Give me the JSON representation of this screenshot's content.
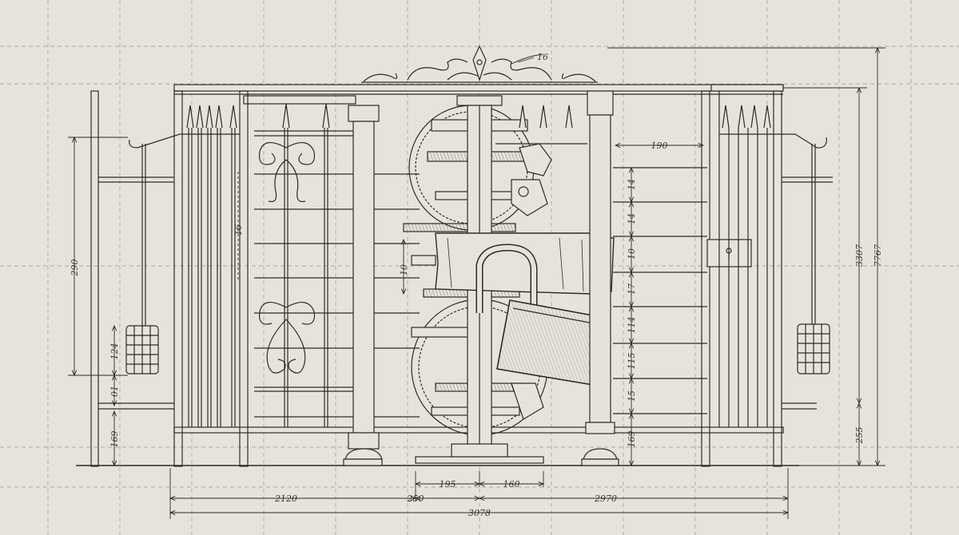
{
  "drawing": {
    "paper_color": "#e6e3dc",
    "ink_color": "#2e2b27",
    "grid_color": "#9a968f",
    "callout": "16"
  },
  "dimensions": {
    "bottom_overall": "3078",
    "bottom_left": "2120",
    "bottom_mid": "250",
    "bottom_right": "2970",
    "mechanism_left": "195",
    "mechanism_right": "160",
    "left_height": "290",
    "left_weight_height": "124",
    "left_gap": "01",
    "left_base": "169",
    "inner_left_top": "16",
    "inner_left_mid": "10",
    "right_top_width": "190",
    "right_overall_outer": "7767",
    "right_overall_inner": "3307",
    "right_base": "255",
    "bar_spacing_1": "14",
    "bar_spacing_2": "14",
    "bar_spacing_3": "10",
    "bar_spacing_4": "17",
    "bar_spacing_5": "114",
    "bar_spacing_6": "115",
    "bar_spacing_7": "15",
    "bar_spacing_8": "169"
  }
}
